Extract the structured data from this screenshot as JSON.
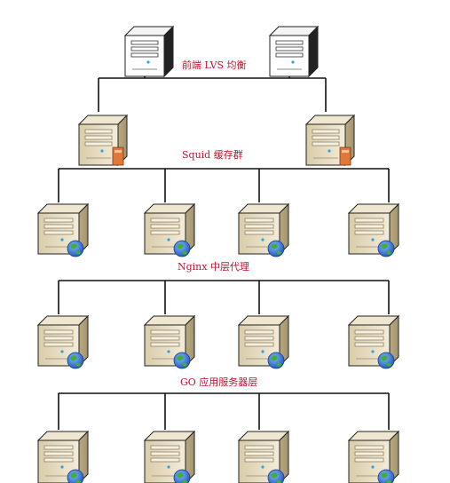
{
  "colors": {
    "label": "#c8102e",
    "wire": "#111111",
    "beige_server": "#e6dcc4",
    "white_server": "#ffffff",
    "globe_blue": "#2f6fd0",
    "globe_green": "#3fae3f",
    "cache_orange": "#e0783a"
  },
  "tiers": [
    {
      "label": "前端 LVS 均衡",
      "server_style": "white-tower",
      "badge": "none",
      "count": 2
    },
    {
      "label": "Squid 缓存群",
      "server_style": "beige-tower",
      "badge": "cache-icon",
      "count": 2
    },
    {
      "label": "Nginx 中层代理",
      "server_style": "beige-tower",
      "badge": "globe-icon",
      "count": 4
    },
    {
      "label": "GO 应用服务器层",
      "server_style": "beige-tower",
      "badge": "globe-icon",
      "count": 4
    },
    {
      "label": "",
      "server_style": "beige-tower",
      "badge": "globe-icon",
      "count": 4
    }
  ]
}
